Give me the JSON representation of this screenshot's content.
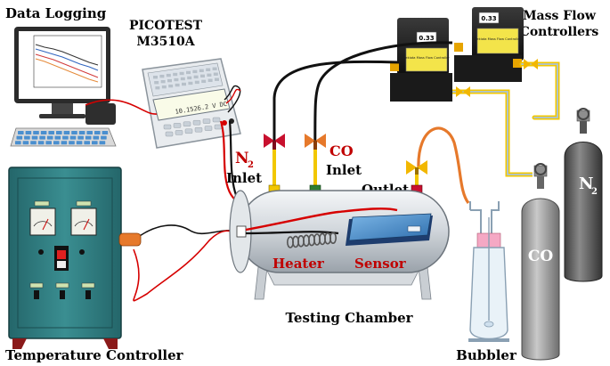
{
  "labels": {
    "data_logging": "Data Logging",
    "picotest_line1": "PICOTEST",
    "picotest_line2": "M3510A",
    "mass_flow_line1": "Mass Flow",
    "mass_flow_line2": "Controllers",
    "n2_symbol": "N",
    "n2_subscript": "2",
    "n2_inlet": "Inlet",
    "co_symbol": "CO",
    "co_inlet": "Inlet",
    "outlet": "Outlet",
    "heater": "Heater",
    "sensor": "Sensor",
    "testing_chamber": "Testing Chamber",
    "temperature_controller": "Temperature Controller",
    "bubbler": "Bubbler",
    "co_cylinder": "CO",
    "n2_cylinder_symbol": "N",
    "n2_cylinder_subscript": "2"
  },
  "mfc": {
    "readout_left": "0.33",
    "readout_right": "0.33",
    "caption_left": "Sekiota Mass Flow Controller",
    "caption_right": "Sekiota Mass Flow Controller"
  },
  "multimeter": {
    "display": "10.1526.2 V DC"
  },
  "colors": {
    "gas_line": "#f2c700",
    "red_wire": "#d60000",
    "valve_red": "#c8102e",
    "valve_orange": "#e6792b",
    "valve_yellow": "#f2b700",
    "title_red": "#c00000",
    "cabinet": "#2f7d80"
  }
}
